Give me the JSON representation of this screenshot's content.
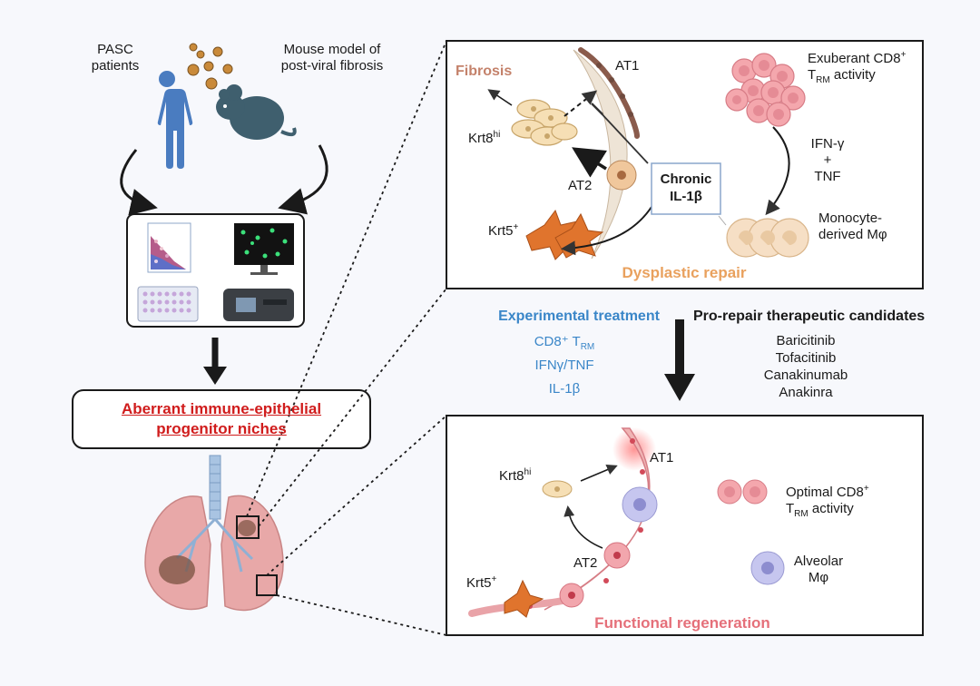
{
  "left": {
    "pasc_patients": [
      "PASC",
      "patients"
    ],
    "mouse_model": [
      "Mouse model of",
      "post-viral fibrosis"
    ],
    "niche_title": [
      "Aberrant immune-epithelial",
      "progenitor niches"
    ]
  },
  "top_panel": {
    "fibrosis": "Fibrosis",
    "at1": "AT1",
    "krt8_base": "Krt8",
    "krt8_sup": "hi",
    "at2": "AT2",
    "krt5_base": "Krt5",
    "krt5_sup": "+",
    "chronic": [
      "Chronic",
      "IL-1β"
    ],
    "trm_line1_base": "Exuberant CD8",
    "trm_line1_sup": "+",
    "trm_line2_base": "T",
    "trm_line2_sub": "RM",
    "trm_line2_rest": " activity",
    "cytokines": [
      "IFN-γ",
      "+",
      "TNF"
    ],
    "mono": [
      "Monocyte-",
      "derived Mφ"
    ],
    "dysplastic": "Dysplastic repair"
  },
  "middle": {
    "exp_title": "Experimental treatment",
    "exp_items": [
      "CD8⁺ T",
      "IFNγ/TNF",
      "IL-1β"
    ],
    "exp_item1_sub": "RM",
    "pro_title": "Pro-repair therapeutic candidates",
    "pro_items": [
      "Baricitinib",
      "Tofacitinib",
      "Canakinumab",
      "Anakinra"
    ]
  },
  "bottom_panel": {
    "krt8_base": "Krt8",
    "krt8_sup": "hi",
    "at1": "AT1",
    "at2": "AT2",
    "krt5_base": "Krt5",
    "krt5_sup": "+",
    "trm_line1_base": "Optimal CD8",
    "trm_line1_sup": "+",
    "trm_line2_base": "T",
    "trm_line2_sub": "RM",
    "trm_line2_rest": " activity",
    "alv": [
      "Alveolar",
      "Mφ"
    ],
    "functional": "Functional regeneration"
  },
  "colors": {
    "fibrosis": "#c4826b",
    "dysplastic": "#e9a15e",
    "functional": "#e5707a",
    "blue_text": "#3a86c8",
    "red_title": "#d01c1c",
    "cell_peach": "#f6dfb5",
    "cell_orange": "#e0742d",
    "tcell_pink": "#f4a7ad",
    "macro_purple": "#b8b8e6",
    "human_blue": "#4a7cc0",
    "mouse_slate": "#3f5f6e"
  }
}
